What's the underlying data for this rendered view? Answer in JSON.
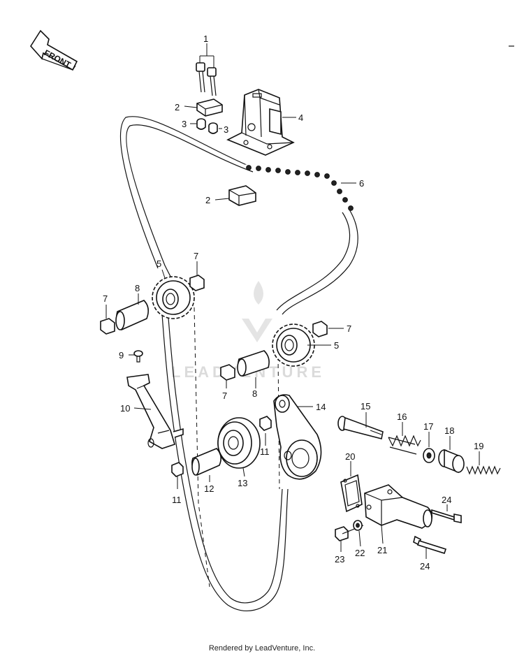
{
  "front_label": "FRONT",
  "watermark": "LEADVENTURE",
  "footer": "Rendered by LeadVenture, Inc.",
  "callouts": [
    {
      "id": "c1",
      "text": "1"
    },
    {
      "id": "c2a",
      "text": "2"
    },
    {
      "id": "c3a",
      "text": "3"
    },
    {
      "id": "c3b",
      "text": "3"
    },
    {
      "id": "c4",
      "text": "4"
    },
    {
      "id": "c6",
      "text": "6"
    },
    {
      "id": "c2b",
      "text": "2"
    },
    {
      "id": "c7a",
      "text": "7"
    },
    {
      "id": "c5a",
      "text": "5"
    },
    {
      "id": "c7b",
      "text": "7"
    },
    {
      "id": "c8a",
      "text": "8"
    },
    {
      "id": "c7c",
      "text": "7"
    },
    {
      "id": "c5b",
      "text": "5"
    },
    {
      "id": "c9",
      "text": "9"
    },
    {
      "id": "c8b",
      "text": "8"
    },
    {
      "id": "c7d",
      "text": "7"
    },
    {
      "id": "c10",
      "text": "10"
    },
    {
      "id": "c14",
      "text": "14"
    },
    {
      "id": "c15",
      "text": "15"
    },
    {
      "id": "c16",
      "text": "16"
    },
    {
      "id": "c17",
      "text": "17"
    },
    {
      "id": "c18",
      "text": "18"
    },
    {
      "id": "c19",
      "text": "19"
    },
    {
      "id": "c11a",
      "text": "11"
    },
    {
      "id": "c11b",
      "text": "11"
    },
    {
      "id": "c12",
      "text": "12"
    },
    {
      "id": "c13",
      "text": "13"
    },
    {
      "id": "c20",
      "text": "20"
    },
    {
      "id": "c24a",
      "text": "24"
    },
    {
      "id": "c23",
      "text": "23"
    },
    {
      "id": "c22",
      "text": "22"
    },
    {
      "id": "c21",
      "text": "21"
    },
    {
      "id": "c24b",
      "text": "24"
    }
  ]
}
